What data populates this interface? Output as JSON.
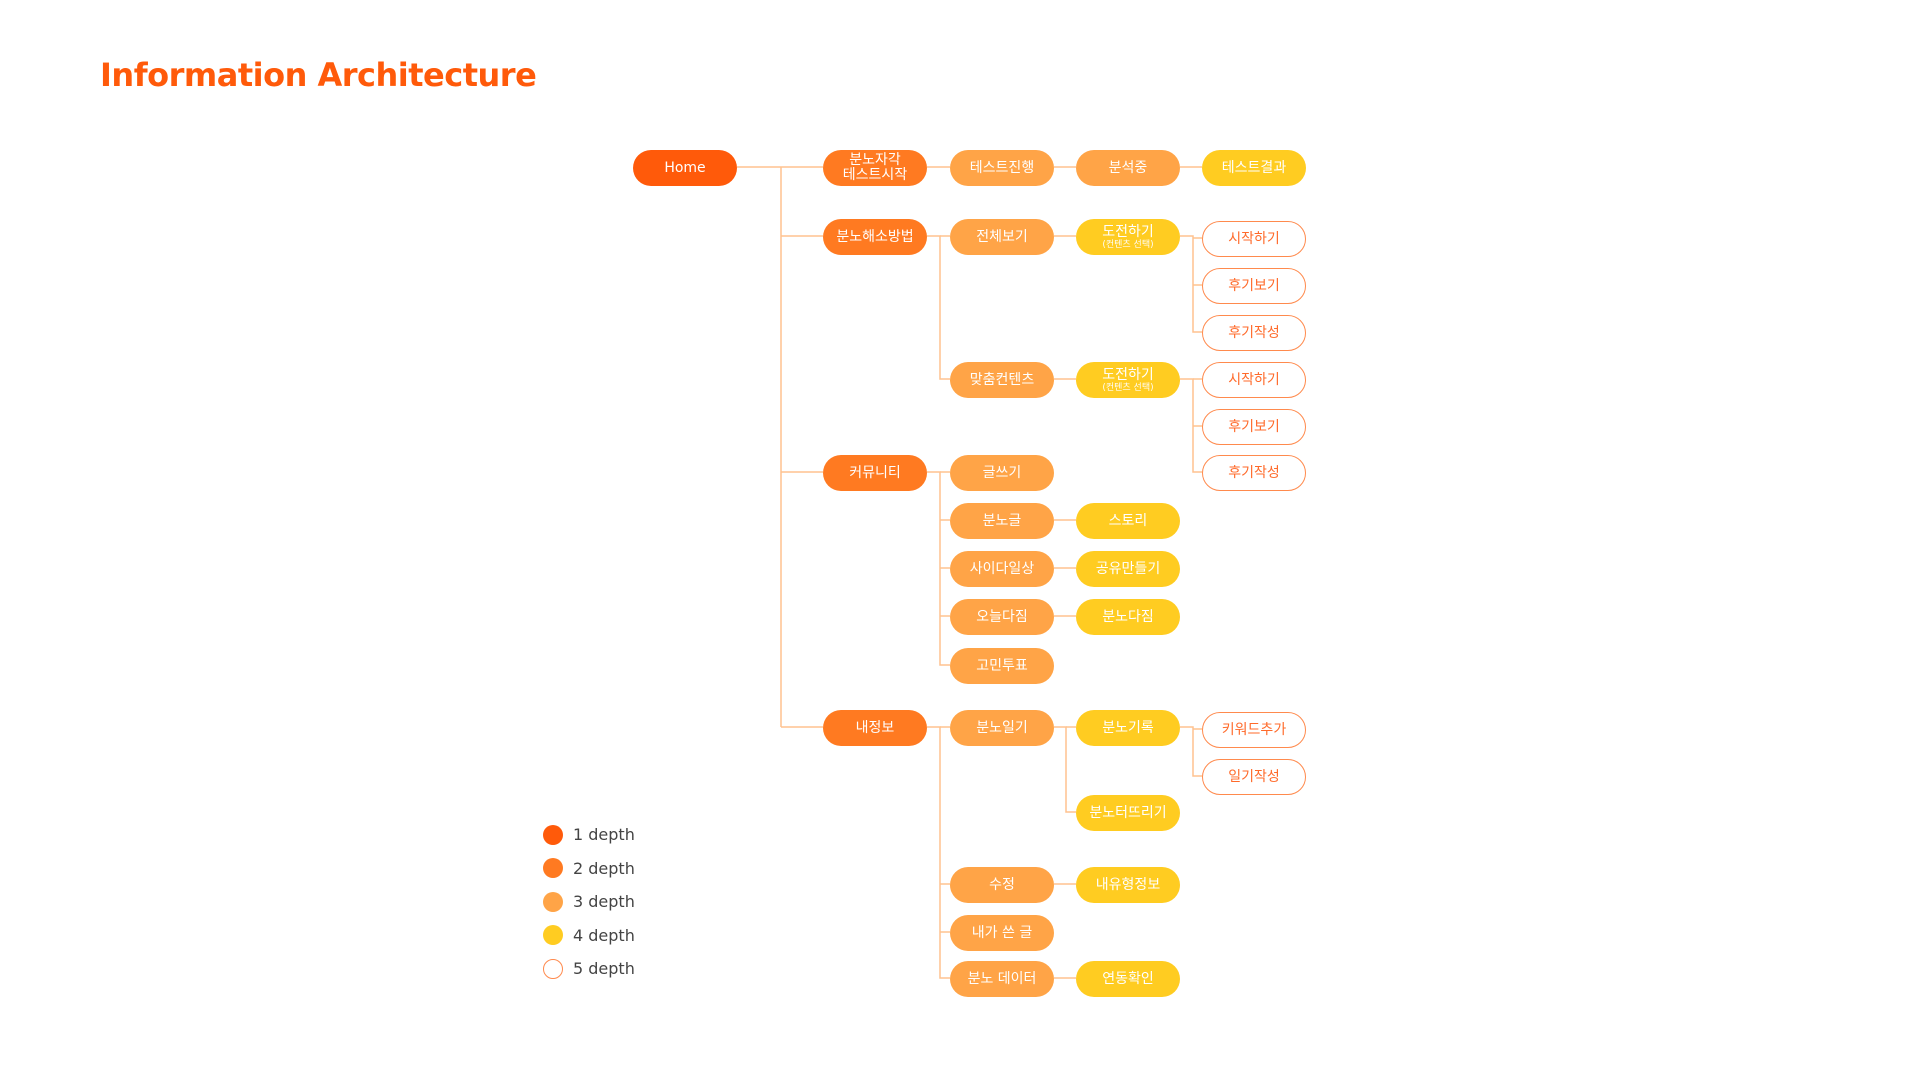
{
  "title": "Information Architecture",
  "colors": {
    "depth1": "#ff5a0a",
    "depth2": "#ff7a21",
    "depth3": "#ffa447",
    "depth4": "#ffcc21",
    "depth5_border": "#ff8a4d",
    "connector": "#ffb27a"
  },
  "nodes": {
    "home": "Home",
    "anger_test_line1": "분노자각",
    "anger_test_line2": "테스트시작",
    "test_progress": "테스트진행",
    "analyzing": "분석중",
    "test_result": "테스트결과",
    "anger_solutions": "분노해소방법",
    "view_all": "전체보기",
    "challenge_a": "도전하기",
    "challenge_a_sub": "(컨텐츠 선택)",
    "start_a": "시작하기",
    "view_review_a": "후기보기",
    "write_review_a": "후기작성",
    "custom_content": "맞춤컨텐츠",
    "challenge_b": "도전하기",
    "challenge_b_sub": "(컨텐츠 선택)",
    "start_b": "시작하기",
    "view_review_b": "후기보기",
    "write_review_b": "후기작성",
    "community": "커뮤니티",
    "write_post": "글쓰기",
    "anger_post": "분노글",
    "story": "스토리",
    "cider_daily": "사이다일상",
    "make_share": "공유만들기",
    "today_resolve": "오늘다짐",
    "anger_resolve": "분노다짐",
    "worry_vote": "고민투표",
    "my_info": "내정보",
    "anger_diary": "분노일기",
    "anger_record": "분노기록",
    "add_keyword": "키워드추가",
    "write_diary": "일기작성",
    "anger_burst": "분노터뜨리기",
    "edit": "수정",
    "my_type_info": "내유형정보",
    "my_posts": "내가 쓴 글",
    "anger_data": "분노 데이터",
    "check_link": "연동확인"
  },
  "legend": [
    {
      "label": "1 depth"
    },
    {
      "label": "2 depth"
    },
    {
      "label": "3 depth"
    },
    {
      "label": "4 depth"
    },
    {
      "label": "5 depth"
    }
  ]
}
